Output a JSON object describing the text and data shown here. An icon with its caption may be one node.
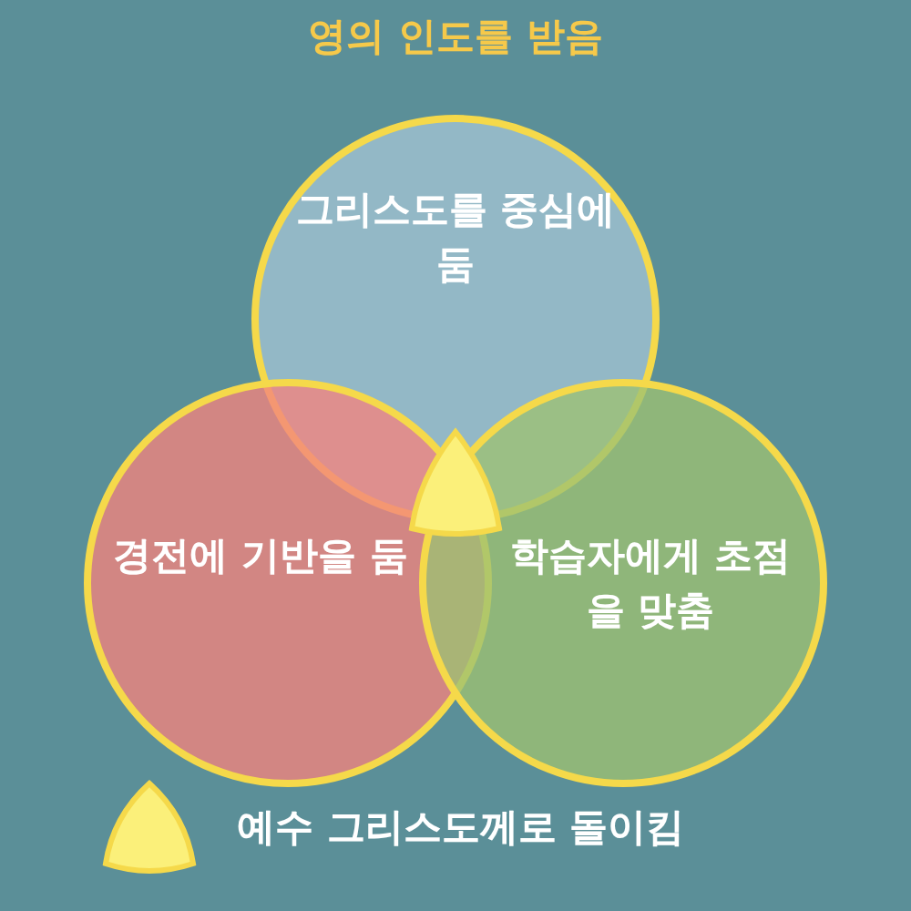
{
  "diagram": {
    "title": "영의 인도를 받음",
    "nodes": [
      {
        "text": [
          "그리스도를 중심에 둠"
        ]
      },
      {
        "text": [
          "경전에 기반을 둠"
        ]
      },
      {
        "text": [
          "학습자에게 초점을 맞춤"
        ]
      }
    ],
    "legend": [
      {
        "text": "예수 그리스도께로 돌이킴"
      }
    ]
  }
}
